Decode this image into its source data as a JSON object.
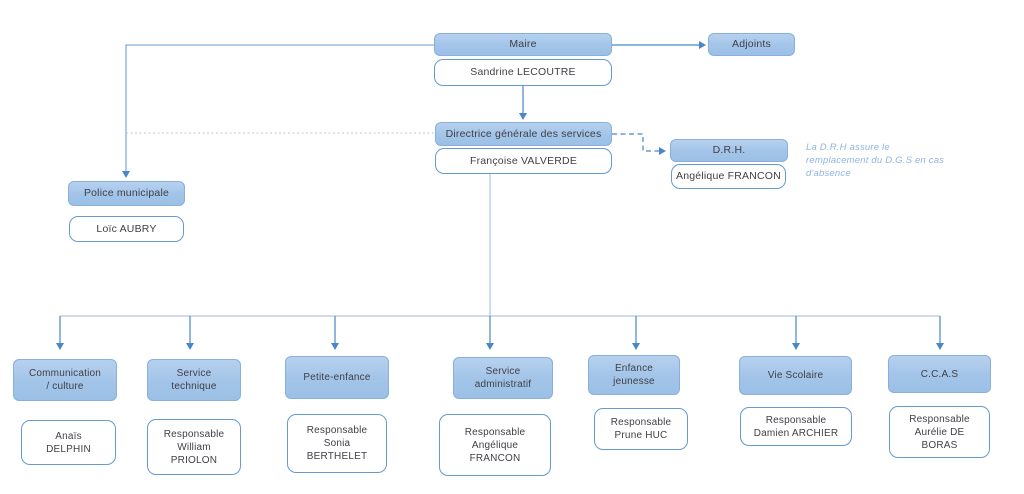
{
  "org": {
    "maire": {
      "title": "Maire",
      "person": "Sandrine LECOUTRE"
    },
    "adjoints": {
      "title": "Adjoints"
    },
    "dgs": {
      "title": "Directrice générale des services",
      "person": "Françoise VALVERDE"
    },
    "drh": {
      "title": "D.R.H.",
      "person": "Angélique FRANCON"
    },
    "police": {
      "title": "Police municipale",
      "person": "Loïc AUBRY"
    },
    "note_lines": [
      "La D.R.H assure le",
      "remplacement du D.G.S en cas",
      "d'absence"
    ]
  },
  "departments": [
    {
      "title_lines": [
        "Communication",
        "/ culture"
      ],
      "person_lines": [
        "Anaïs",
        "DELPHIN"
      ]
    },
    {
      "title_lines": [
        "Service",
        "technique"
      ],
      "person_lines": [
        "Responsable",
        "William",
        "PRIOLON"
      ]
    },
    {
      "title_lines": [
        "Petite-enfance"
      ],
      "person_lines": [
        "Responsable",
        "Sonia",
        "BERTHELET"
      ]
    },
    {
      "title_lines": [
        "Service",
        "administratif"
      ],
      "person_lines": [
        "Responsable",
        "Angélique",
        "FRANCON"
      ]
    },
    {
      "title_lines": [
        "Enfance",
        "jeunesse"
      ],
      "person_lines": [
        "Responsable",
        "Prune HUC"
      ]
    },
    {
      "title_lines": [
        "Vie Scolaire"
      ],
      "person_lines": [
        "Responsable",
        "Damien ARCHIER"
      ]
    },
    {
      "title_lines": [
        "C.C.A.S"
      ],
      "person_lines": [
        "Responsable",
        "Aurélie DE",
        "BORAS"
      ]
    }
  ],
  "colors": {
    "node_fill": "#a2c4e8",
    "node_border": "#87b0dc",
    "person_box_border": "#649bd2",
    "text": "#3f3f46",
    "arrow": "#4a86c8",
    "light_line": "#9fb9d8",
    "note_text": "#8fb4e3"
  }
}
